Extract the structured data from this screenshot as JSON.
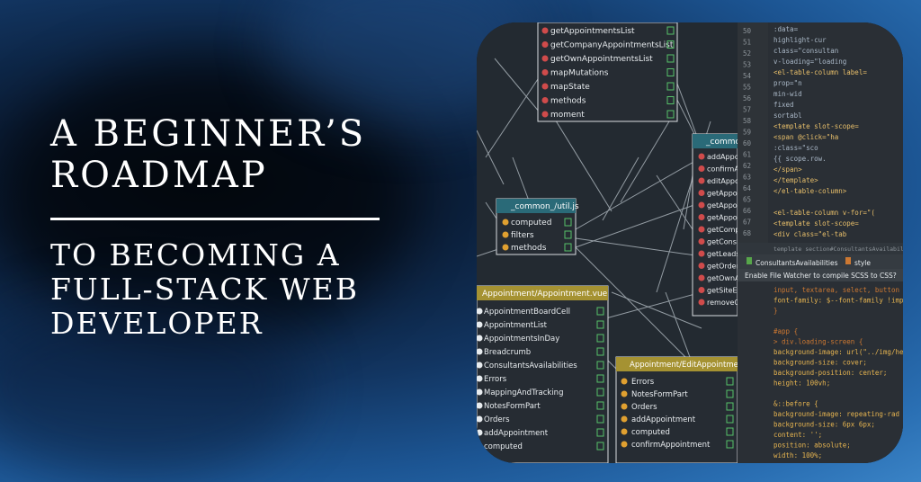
{
  "headline": {
    "line1": "A BEGINNER’S",
    "line2": "ROADMAP",
    "sub1": "TO BECOMING A",
    "sub2": "FULL-STACK WEB",
    "sub3": "DEVELOPER"
  },
  "photo": {
    "box_top": {
      "items": [
        "getAppointmentsList",
        "getCompanyAppointmentsList",
        "getOwnAppointmentsList",
        "mapMutations",
        "mapState",
        "methods",
        "moment"
      ]
    },
    "box_util": {
      "title": "_common_/util.js",
      "items": [
        "computed",
        "filters",
        "methods"
      ]
    },
    "box_common": {
      "title": "_common",
      "items": [
        "addAppoi",
        "confirmAp",
        "editAppoi",
        "getAppoi",
        "getAppoi",
        "getAppoi",
        "getCompa",
        "getConsul",
        "getLeadsAt",
        "getOrderI",
        "getOwnAp",
        "getSiteEve",
        "removeOr"
      ]
    },
    "box_appt": {
      "title": "Appointment/Appointment.vue",
      "items": [
        "AppointmentBoardCell",
        "AppointmentList",
        "AppointmentsInDay",
        "Breadcrumb",
        "ConsultantsAvailabilities",
        "Errors",
        "MappingAndTracking",
        "NotesFormPart",
        "Orders",
        "addAppointment",
        "computed"
      ]
    },
    "box_edit": {
      "title": "Appointment/EditAppointment.vue",
      "items": [
        "Errors",
        "NotesFormPart",
        "Orders",
        "addAppointment",
        "computed",
        "confirmAppointment"
      ]
    },
    "code_lines": [
      "50",
      "51",
      "52",
      "53",
      "54",
      "55",
      "56",
      "57",
      "58",
      "59",
      "60",
      "61",
      "62",
      "63",
      "64",
      "65",
      "66",
      "67",
      "68"
    ],
    "code_top": [
      ":data=",
      "highlight-cur",
      "class=\"consultan",
      "v-loading=\"loading",
      "<el-table-column label=",
      "prop=\"n",
      "min-wid",
      "fixed",
      "sortabl",
      "<template slot-scope=",
      "<span @click=\"ha",
      ":class=\"sco",
      "{{ scope.row.",
      "</span>",
      "</template>",
      "</el-table-column>",
      "",
      "<el-table-column v-for=\"(",
      "<template slot-scope=",
      "<div class=\"el-tab"
    ],
    "tab_path": "template  section#ConsultantsAvailabilities",
    "tab1": "ConsultantsAvailabilities",
    "tab2": "style",
    "watcher": "Enable File Watcher to compile SCSS to CSS?",
    "code_bottom": [
      "input, textarea, select, button {",
      "  font-family: $--font-family !import",
      "}",
      "",
      "#app {",
      "  > div.loading-screen {",
      "    background-image: url(\"../img/hea",
      "    background-size: cover;",
      "    background-position: center;",
      "    height: 100vh;",
      "",
      "    &::before {",
      "      background-image: repeating-rad",
      "      background-size: 6px 6px;",
      "      content: '';",
      "      position: absolute;",
      "      width: 100%;"
    ]
  }
}
